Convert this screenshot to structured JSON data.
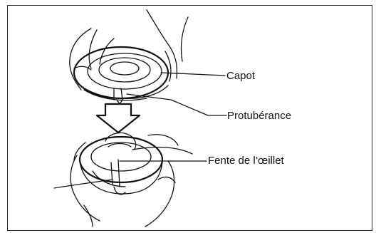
{
  "labels": {
    "capot": "Capot",
    "protuberance": "Protubérance",
    "fente": "Fente de l’œillet"
  },
  "colors": {
    "ink": "#111111",
    "background": "#ffffff"
  }
}
